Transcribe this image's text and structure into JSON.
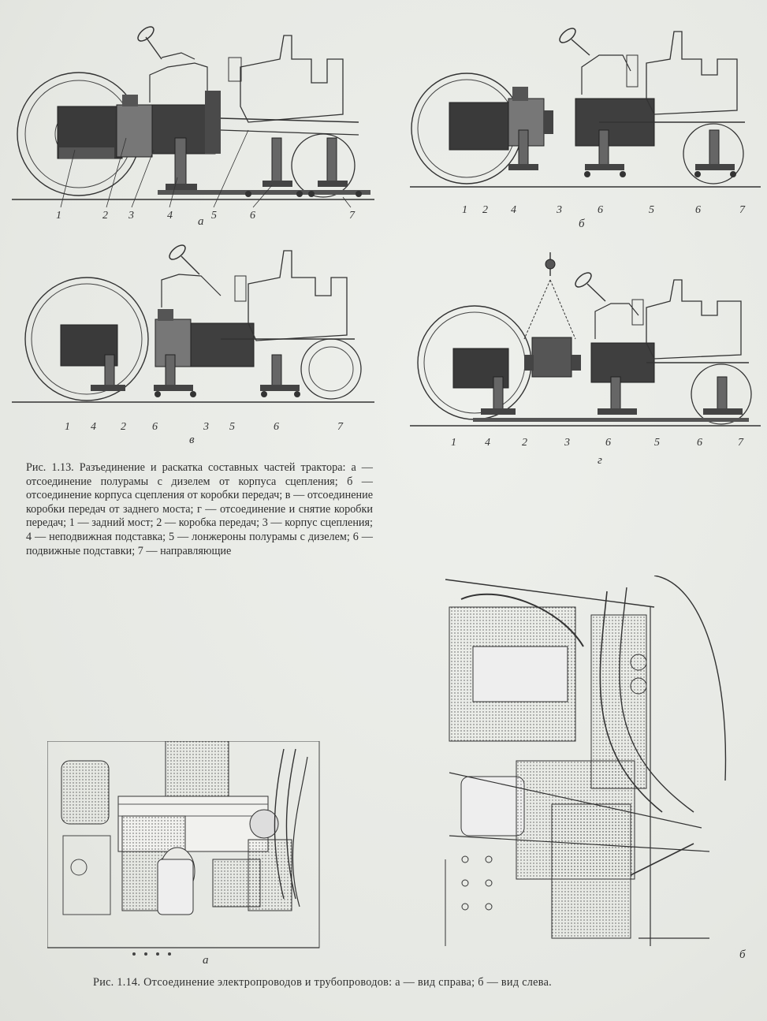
{
  "figure_1_13": {
    "panels": [
      {
        "id": "a",
        "label": "а",
        "numbers": [
          "1",
          "2",
          "3",
          "4",
          "5",
          "6",
          "7"
        ]
      },
      {
        "id": "b",
        "label": "б",
        "numbers": [
          "1",
          "2",
          "4",
          "3",
          "6",
          "5",
          "6",
          "7"
        ]
      },
      {
        "id": "v",
        "label": "в",
        "numbers": [
          "1",
          "4",
          "2",
          "6",
          "3",
          "5",
          "6",
          "7"
        ]
      },
      {
        "id": "g",
        "label": "г",
        "numbers": [
          "1",
          "4",
          "2",
          "3",
          "6",
          "5",
          "6",
          "7"
        ]
      }
    ],
    "caption": "Рис. 1.13. Разъединение и раскатка составных частей трактора: а — отсоединение полурамы с дизелем от корпуса сцепления; б — отсоединение корпуса сцепления от коробки передач; в — отсоединение коробки передач от заднего моста; г — отсоединение и снятие коробки передач; 1 — задний мост; 2 — коробка передач; 3 — корпус сцепления; 4 — неподвижная подставка; 5 — лонжероны полурамы с дизелем; 6 — подвижные подставки; 7 — направляющие"
  },
  "figure_1_14": {
    "panels": [
      {
        "id": "a",
        "label": "а"
      },
      {
        "id": "b",
        "label": "б"
      }
    ],
    "caption": "Рис. 1.14. Отсоединение электропроводов и трубопроводов: а — вид справа; б — вид слева."
  },
  "colors": {
    "paper": "#e9ebe6",
    "ink": "#2b2b2b",
    "dark_fill": "#3a3a3a",
    "hatch": "#555555"
  }
}
